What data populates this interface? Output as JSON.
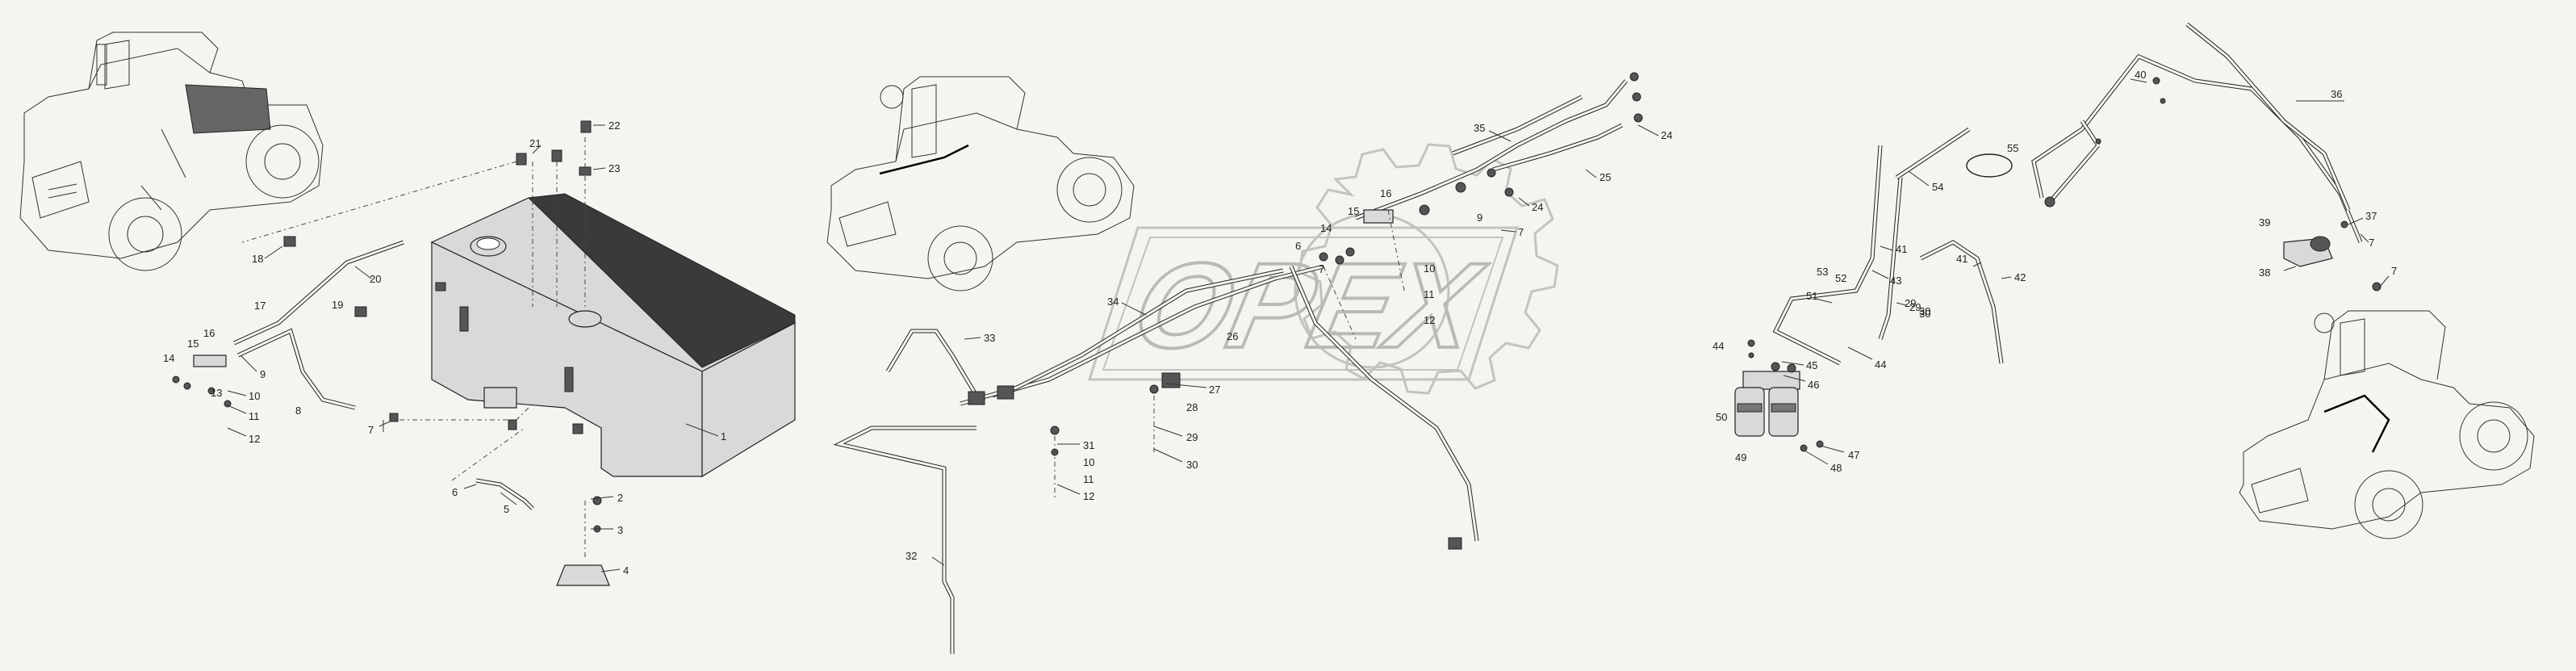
{
  "watermark": {
    "text": "OPEX"
  },
  "colors": {
    "background": "#f3f6f0",
    "line": "#222222",
    "tank": "#bdbdbd",
    "watermark": "#b8b8b8"
  },
  "icons": [
    "tractor-illustration",
    "fuel-tank",
    "fuel-filter",
    "gear-watermark"
  ],
  "callouts": [
    "1",
    "2",
    "3",
    "4",
    "5",
    "6",
    "7",
    "9",
    "10",
    "11",
    "12",
    "13",
    "14",
    "15",
    "16",
    "17",
    "18",
    "19",
    "20",
    "21",
    "22",
    "23",
    "6",
    "7",
    "9",
    "10",
    "11",
    "12",
    "14",
    "15",
    "16",
    "24",
    "24",
    "25",
    "26",
    "27",
    "28",
    "29",
    "30",
    "31",
    "10",
    "11",
    "12",
    "32",
    "33",
    "34",
    "35",
    "7",
    "8",
    "29",
    "30",
    "36",
    "37",
    "38",
    "39",
    "40",
    "41",
    "41",
    "42",
    "43",
    "44",
    "44",
    "45",
    "46",
    "47",
    "48",
    "49",
    "50",
    "51",
    "52",
    "53",
    "54",
    "55",
    "29",
    "30",
    "7",
    "7"
  ]
}
